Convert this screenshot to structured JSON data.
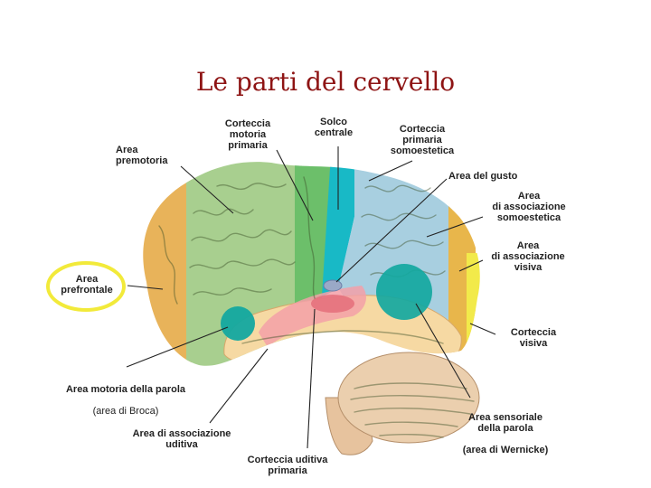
{
  "slide": {
    "title": "Le parti del cervello"
  },
  "labels": {
    "area_premotoria": "Area\npremotoria",
    "corteccia_motoria_primaria": "Corteccia\nmotoria\nprimaria",
    "solco_centrale": "Solco\ncentrale",
    "corteccia_primaria_somoestetica": "Corteccia\nprimaria\nsomoestetica",
    "area_del_gusto": "Area del gusto",
    "area_associazione_somoestetica": "Area\ndi associazione\nsomoestetica",
    "area_associazione_visiva": "Area\ndi associazione\nvisiva",
    "area_prefrontale": "Area\nprefrontale",
    "corteccia_visiva": "Corteccia\nvisiva",
    "area_motoria_parola": "Area motoria della parola",
    "area_motoria_parola_sub": "(area di Broca)",
    "area_associazione_uditiva": "Area di associazione\nuditiva",
    "corteccia_uditiva_primaria": "Corteccia uditiva\nprimaria",
    "area_sensoriale_parola": "Area sensoriale\ndella parola",
    "area_sensoriale_parola_sub": "(area di Wernicke)"
  },
  "colors": {
    "title": "#8e1414",
    "prefrontal": "#e8b35a",
    "premotor": "#a8cf8f",
    "motor": "#6cbf6a",
    "sulcus": "#18b9c6",
    "somatosensory": "#a8cfe0",
    "visual_association": "#e8b64b",
    "visual_cortex": "#f2ea4a",
    "temporal": "#f6d9a3",
    "auditory": "#f3a0a8",
    "broca_wernicke": "#13a8a0",
    "cerebellum": "#e9c9a6",
    "highlight_ring": "#f2ea3a"
  }
}
